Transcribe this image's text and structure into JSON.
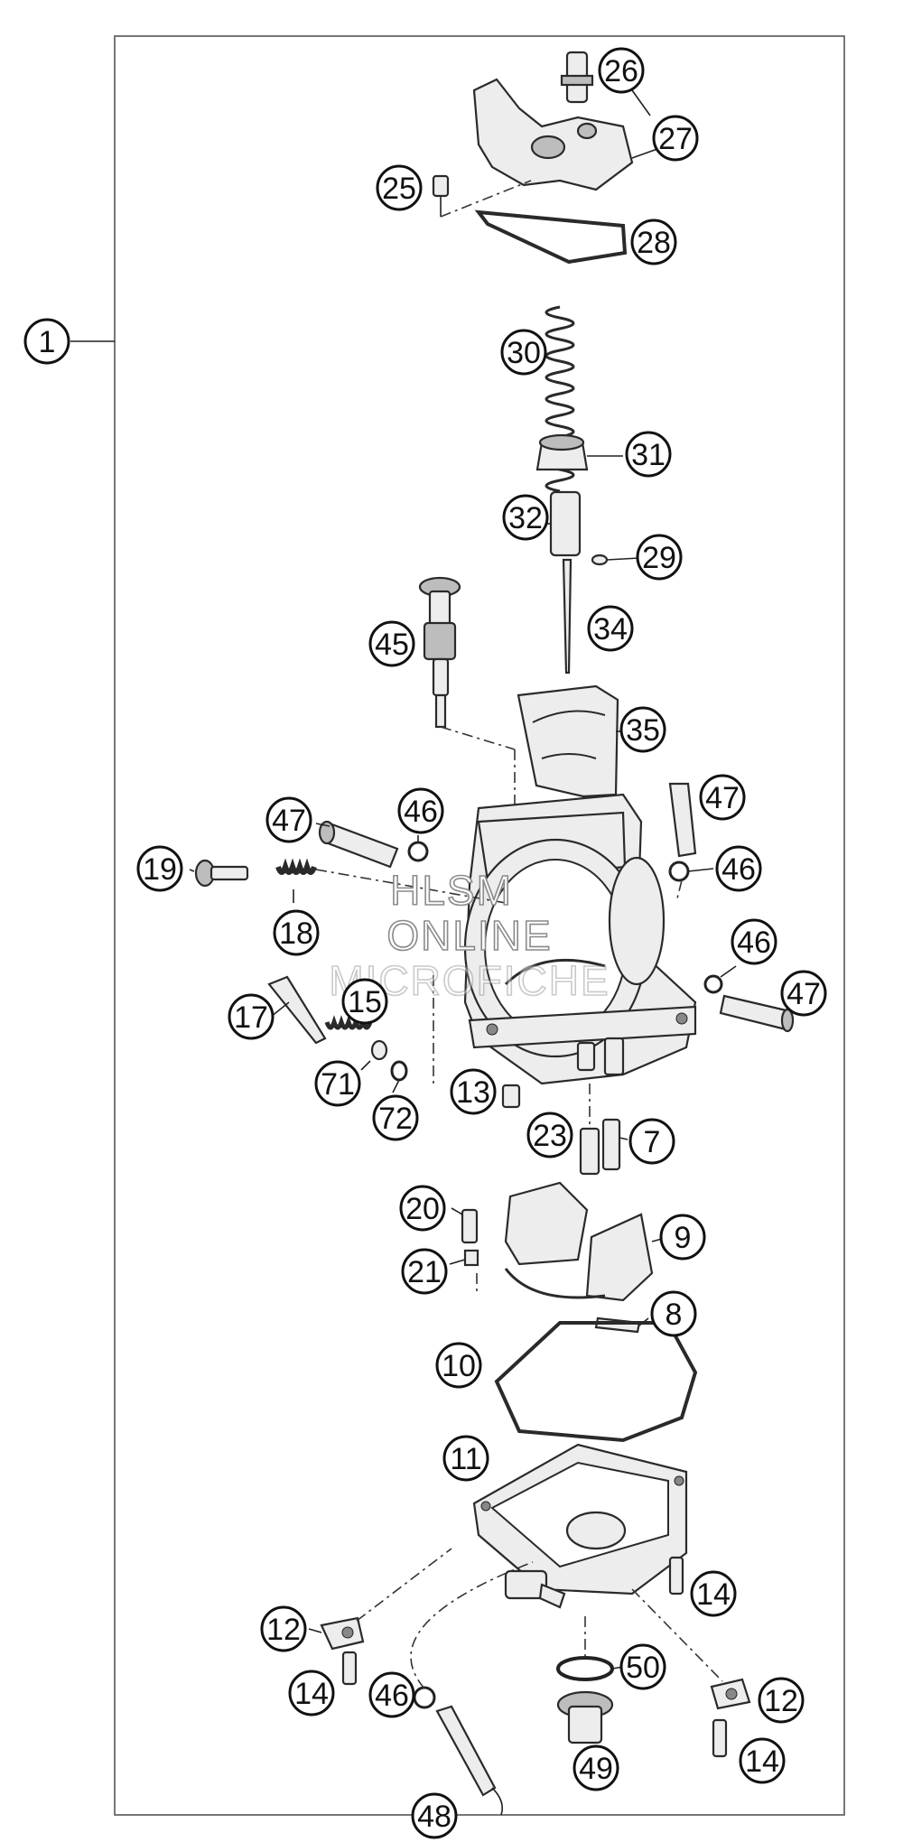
{
  "watermark": {
    "line1": "HLSM",
    "line2": "ONLINE",
    "line3": "MICROFICHE"
  },
  "callouts": [
    {
      "id": "c1",
      "label": "1"
    },
    {
      "id": "c26",
      "label": "26"
    },
    {
      "id": "c27",
      "label": "27"
    },
    {
      "id": "c25",
      "label": "25"
    },
    {
      "id": "c28",
      "label": "28"
    },
    {
      "id": "c30",
      "label": "30"
    },
    {
      "id": "c31",
      "label": "31"
    },
    {
      "id": "c32",
      "label": "32"
    },
    {
      "id": "c29",
      "label": "29"
    },
    {
      "id": "c34",
      "label": "34"
    },
    {
      "id": "c45",
      "label": "45"
    },
    {
      "id": "c35",
      "label": "35"
    },
    {
      "id": "c47a",
      "label": "47"
    },
    {
      "id": "c46a",
      "label": "46"
    },
    {
      "id": "c47b",
      "label": "47"
    },
    {
      "id": "c46b",
      "label": "46"
    },
    {
      "id": "c19",
      "label": "19"
    },
    {
      "id": "c18",
      "label": "18"
    },
    {
      "id": "c46c",
      "label": "46"
    },
    {
      "id": "c47c",
      "label": "47"
    },
    {
      "id": "c17",
      "label": "17"
    },
    {
      "id": "c15",
      "label": "15"
    },
    {
      "id": "c71",
      "label": "71"
    },
    {
      "id": "c72",
      "label": "72"
    },
    {
      "id": "c13",
      "label": "13"
    },
    {
      "id": "c23",
      "label": "23"
    },
    {
      "id": "c7",
      "label": "7"
    },
    {
      "id": "c20",
      "label": "20"
    },
    {
      "id": "c9",
      "label": "9"
    },
    {
      "id": "c21",
      "label": "21"
    },
    {
      "id": "c8",
      "label": "8"
    },
    {
      "id": "c10",
      "label": "10"
    },
    {
      "id": "c11",
      "label": "11"
    },
    {
      "id": "c14a",
      "label": "14"
    },
    {
      "id": "c12a",
      "label": "12"
    },
    {
      "id": "c14b",
      "label": "14"
    },
    {
      "id": "c50",
      "label": "50"
    },
    {
      "id": "c12b",
      "label": "12"
    },
    {
      "id": "c46d",
      "label": "46"
    },
    {
      "id": "c49",
      "label": "49"
    },
    {
      "id": "c14c",
      "label": "14"
    },
    {
      "id": "c48",
      "label": "48"
    }
  ]
}
